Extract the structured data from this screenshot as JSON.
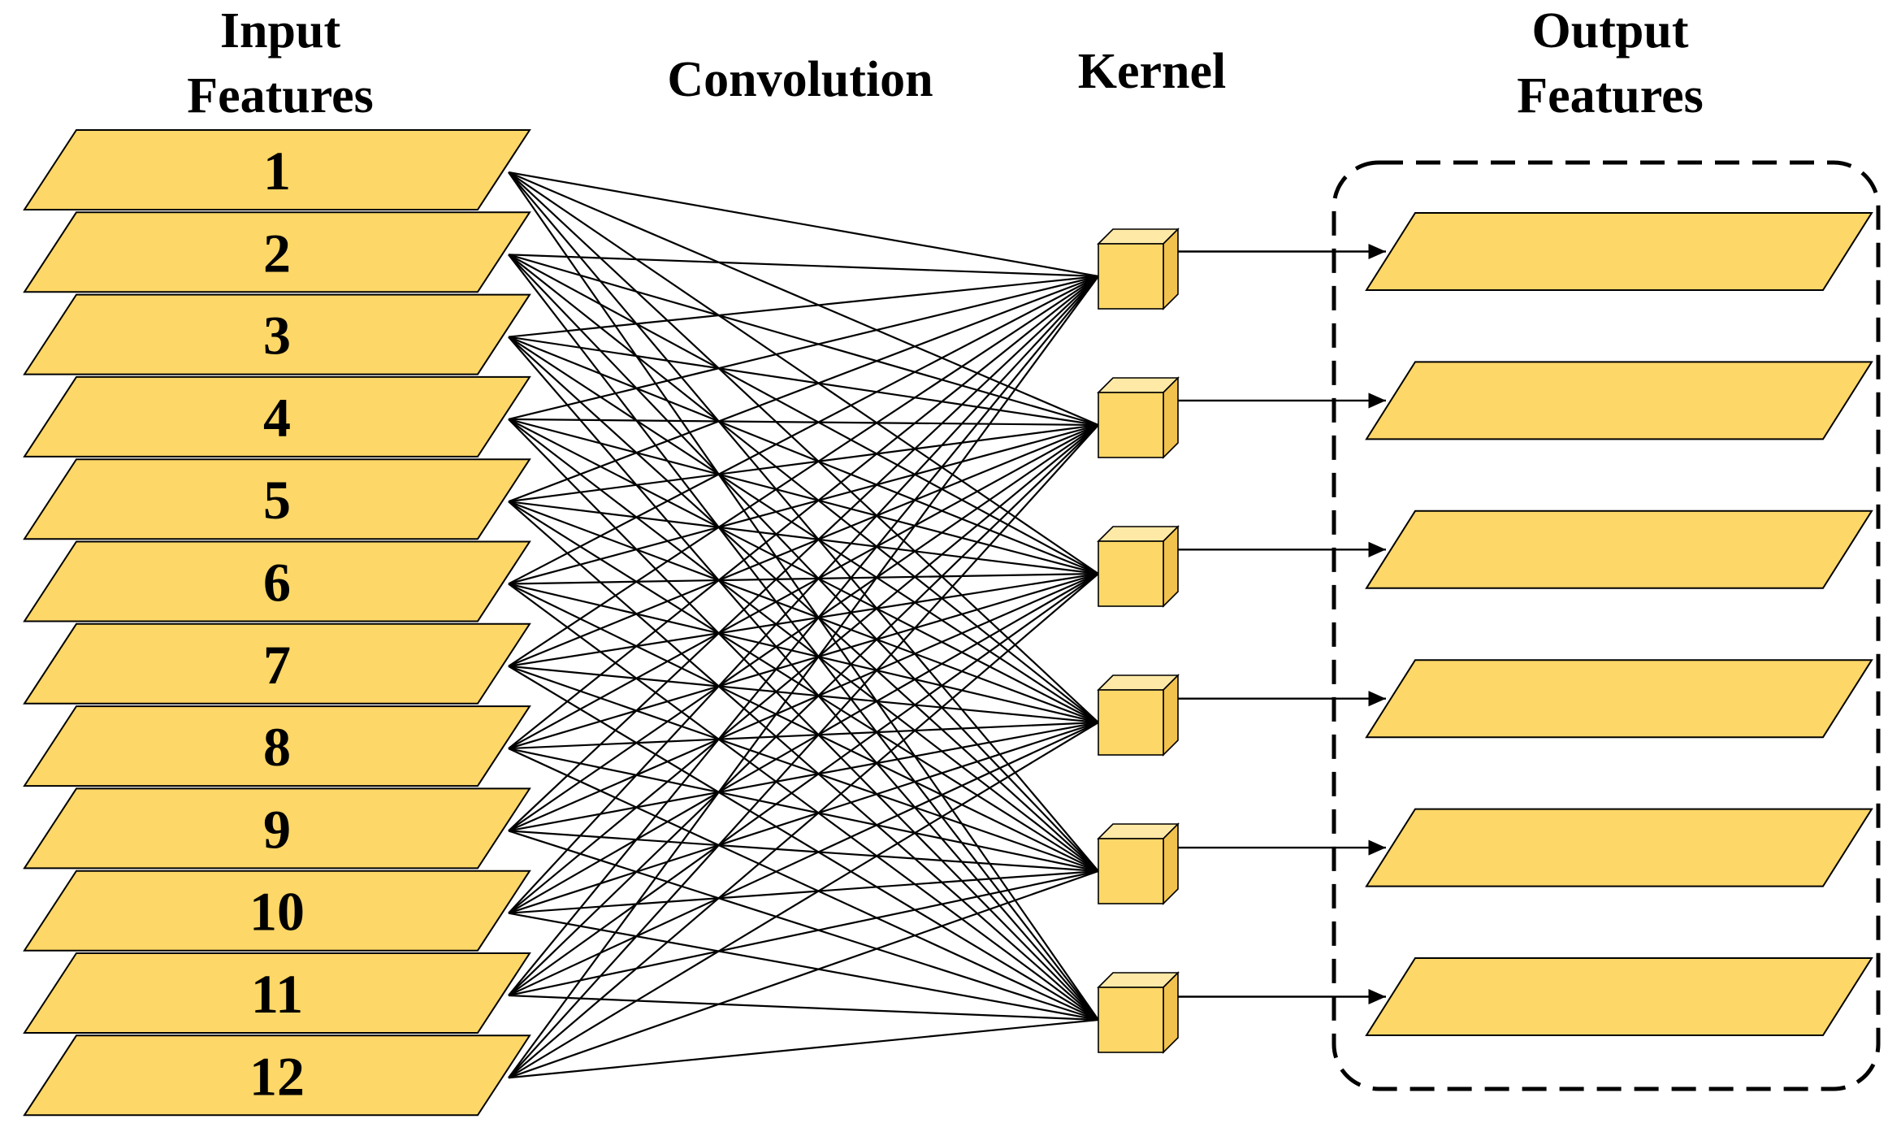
{
  "headers": {
    "input_line1": "Input",
    "input_line2": "Features",
    "convolution": "Convolution",
    "kernel": "Kernel",
    "output_line1": "Output",
    "output_line2": "Features"
  },
  "input_features": [
    "1",
    "2",
    "3",
    "4",
    "5",
    "6",
    "7",
    "8",
    "9",
    "10",
    "11",
    "12"
  ],
  "kernel_count": 6,
  "output_feature_count": 6,
  "colors": {
    "feature_fill": "#FDD767",
    "feature_stroke": "#000000",
    "kernel_top": "#FEE9A6",
    "kernel_side": "#F2C24F",
    "line": "#000000"
  }
}
